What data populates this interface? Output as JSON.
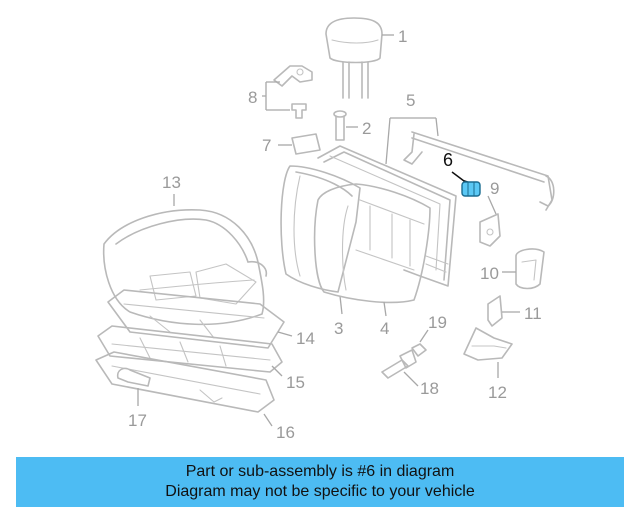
{
  "diagram": {
    "highlight_color": "#5bc8f5",
    "line_color": "#b9b9b9",
    "callouts": {
      "c1": "1",
      "c2": "2",
      "c3": "3",
      "c4": "4",
      "c5": "5",
      "c6": "6",
      "c7": "7",
      "c8": "8",
      "c9": "9",
      "c10": "10",
      "c11": "11",
      "c12": "12",
      "c13": "13",
      "c14": "14",
      "c15": "15",
      "c16": "16",
      "c17": "17",
      "c18": "18",
      "c19": "19"
    },
    "highlighted_part": "6"
  },
  "banner": {
    "background": "#4dbcf3",
    "line1": "Part or sub-assembly is #6 in diagram",
    "line2": "Diagram may not be specific to your vehicle"
  }
}
